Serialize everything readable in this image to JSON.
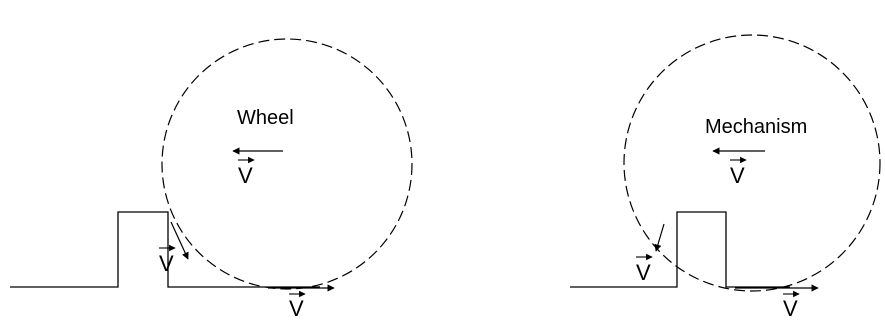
{
  "colors": {
    "stroke": "#000000",
    "background": "#ffffff"
  },
  "left_panel": {
    "title": "Wheel",
    "center_velocity_label": "V",
    "step_velocity_label": "V",
    "ground_velocity_label": "V"
  },
  "right_panel": {
    "title": "Mechanism",
    "center_velocity_label": "V",
    "step_velocity_label": "V",
    "ground_velocity_label": "V"
  }
}
